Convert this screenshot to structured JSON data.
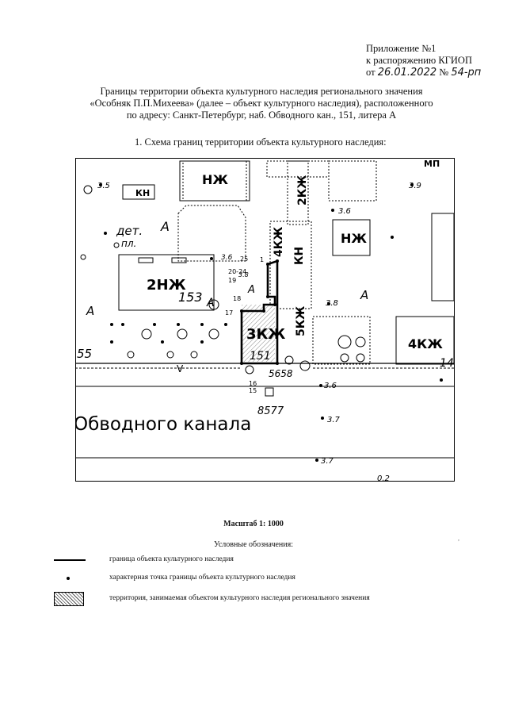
{
  "header": {
    "line1": "Приложение №1",
    "line2": "к распоряжению КГИОП",
    "date_prefix": "от",
    "date": "26.01.2022",
    "number_prefix": "№",
    "number": "54-рп"
  },
  "title": {
    "line1": "Границы территории объекта культурного наследия регионального значения",
    "line2": "«Особняк П.П.Михеева» (далее – объект культурного наследия), расположенного",
    "line3": "по адресу: Санкт-Петербург, наб. Обводного кан., 151, литера А"
  },
  "subtitle": "1.   Схема границ территории объекта культурного наследия:",
  "map": {
    "labels": {
      "kn": "КН",
      "nzh_top": "НЖ",
      "mp": "МП",
      "nzh_right": "НЖ",
      "det": "дет.",
      "pl": "пл.",
      "a1": "А",
      "a2": "А",
      "a3": "А",
      "a4": "А",
      "a5": "А",
      "b2nzh": "2НЖ",
      "b2nzh_num": "153",
      "b3kzh": "3КЖ",
      "b3kzh_num": "151",
      "b2kzh": "2КЖ",
      "b4kzh_v": "4КЖ",
      "b5kzh": "5КЖ",
      "kn_v": "КН",
      "b4kzh": "4КЖ",
      "num14": "14",
      "num55": "55",
      "v": "V",
      "street": "Обводного канала",
      "pt_5658": "5658",
      "pt_8577": "8577",
      "e35": "3.5",
      "e36a": "3.6",
      "e36b": "3.6",
      "e36c": "3.6",
      "e38a": "3.8",
      "e38b": "3.8",
      "e39": "3.9",
      "e37a": "3.7",
      "e37b": "3.7",
      "e02": "0.2",
      "p1": "1",
      "p15": "15",
      "p16": "16",
      "p17": "17",
      "p18": "18",
      "p19": "19",
      "p2024": "20-24",
      "p25": "25"
    }
  },
  "scale": "Масштаб 1: 1000",
  "legend": {
    "title": "Условные обозначения:",
    "items": [
      "граница объекта культурного наследия",
      "характерная точка границы объекта культурного наследия",
      "территория, занимаемая объектом культурного наследия регионального значения"
    ]
  },
  "margin_mark": ","
}
